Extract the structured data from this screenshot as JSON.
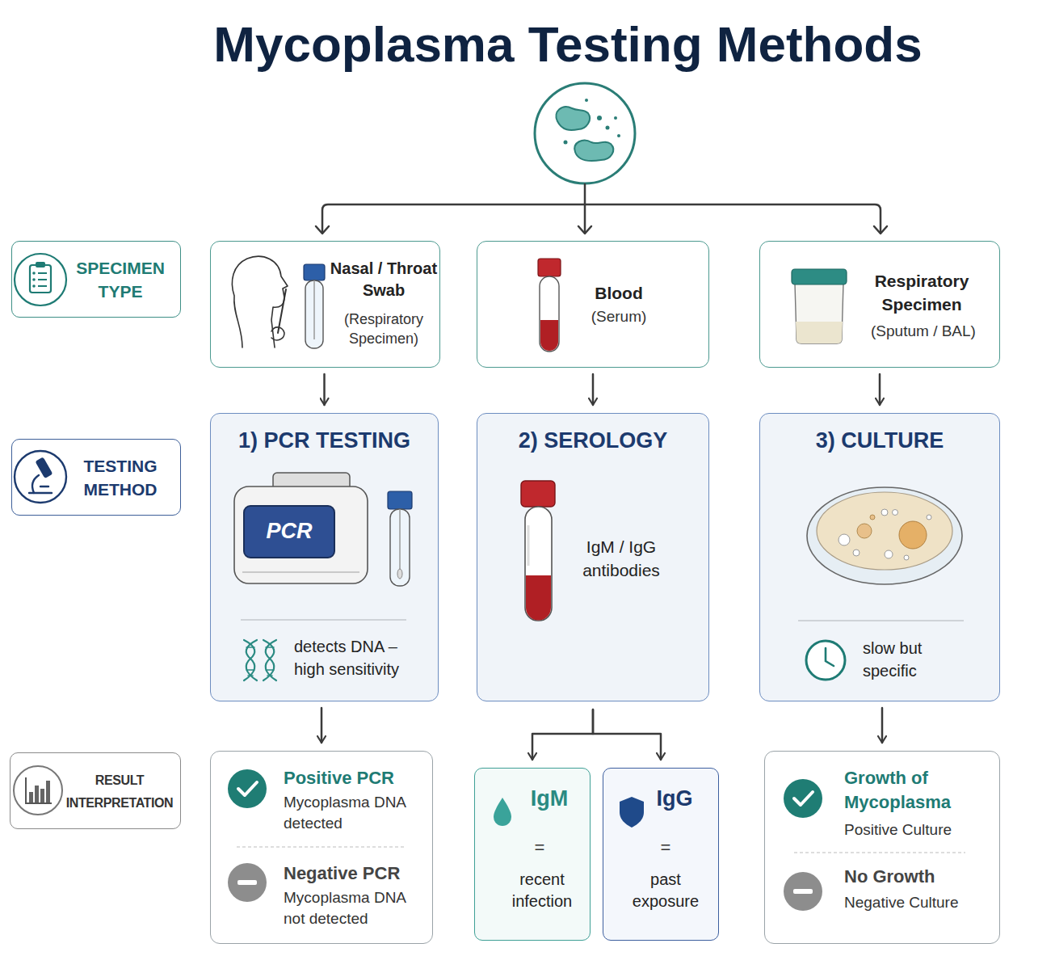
{
  "diagram": {
    "title": "Mycoplasma Testing Methods",
    "nodes": [
      {
        "text": [
          "SPECIMEN TYPE"
        ]
      },
      {
        "text": [
          "Nasal / Throat Swab",
          "(Respiratory Specimen)"
        ]
      },
      {
        "text": [
          "Blood",
          "(Serum)"
        ]
      },
      {
        "text": [
          "Respiratory Specimen",
          "(Sputum / BAL)"
        ]
      },
      {
        "text": [
          "TESTING METHOD"
        ]
      },
      {
        "text": [
          "1) PCR TESTING",
          "detects DNA – high sensitivity"
        ]
      },
      {
        "text": [
          "2) SEROLOGY",
          "IgM / IgG antibodies"
        ]
      },
      {
        "text": [
          "3) CULTURE",
          "slow but specific"
        ]
      },
      {
        "text": [
          "RESULT INTERPRETATION"
        ]
      },
      {
        "text": [
          "Positive PCR",
          "Mycoplasma DNA detected",
          "Negative PCR",
          "Mycoplasma DNA not detected"
        ]
      },
      {
        "text": [
          "IgM",
          "=",
          "recent infection"
        ]
      },
      {
        "text": [
          "IgG",
          "=",
          "past exposure"
        ]
      },
      {
        "text": [
          "Growth of Mycoplasma",
          "Positive Culture",
          "No Growth",
          "Negative Culture"
        ]
      }
    ],
    "edges": [
      {
        "from": 1,
        "to": 5,
        "arrow": "to"
      },
      {
        "from": 2,
        "to": 6,
        "arrow": "to"
      },
      {
        "from": 3,
        "to": 7,
        "arrow": "to"
      },
      {
        "from": 5,
        "to": 9,
        "arrow": "to"
      },
      {
        "from": 6,
        "to": 10,
        "arrow": "to"
      },
      {
        "from": 6,
        "to": 11,
        "arrow": "to"
      },
      {
        "from": 7,
        "to": 12,
        "arrow": "to"
      }
    ],
    "labels": [
      "PCR"
    ]
  }
}
